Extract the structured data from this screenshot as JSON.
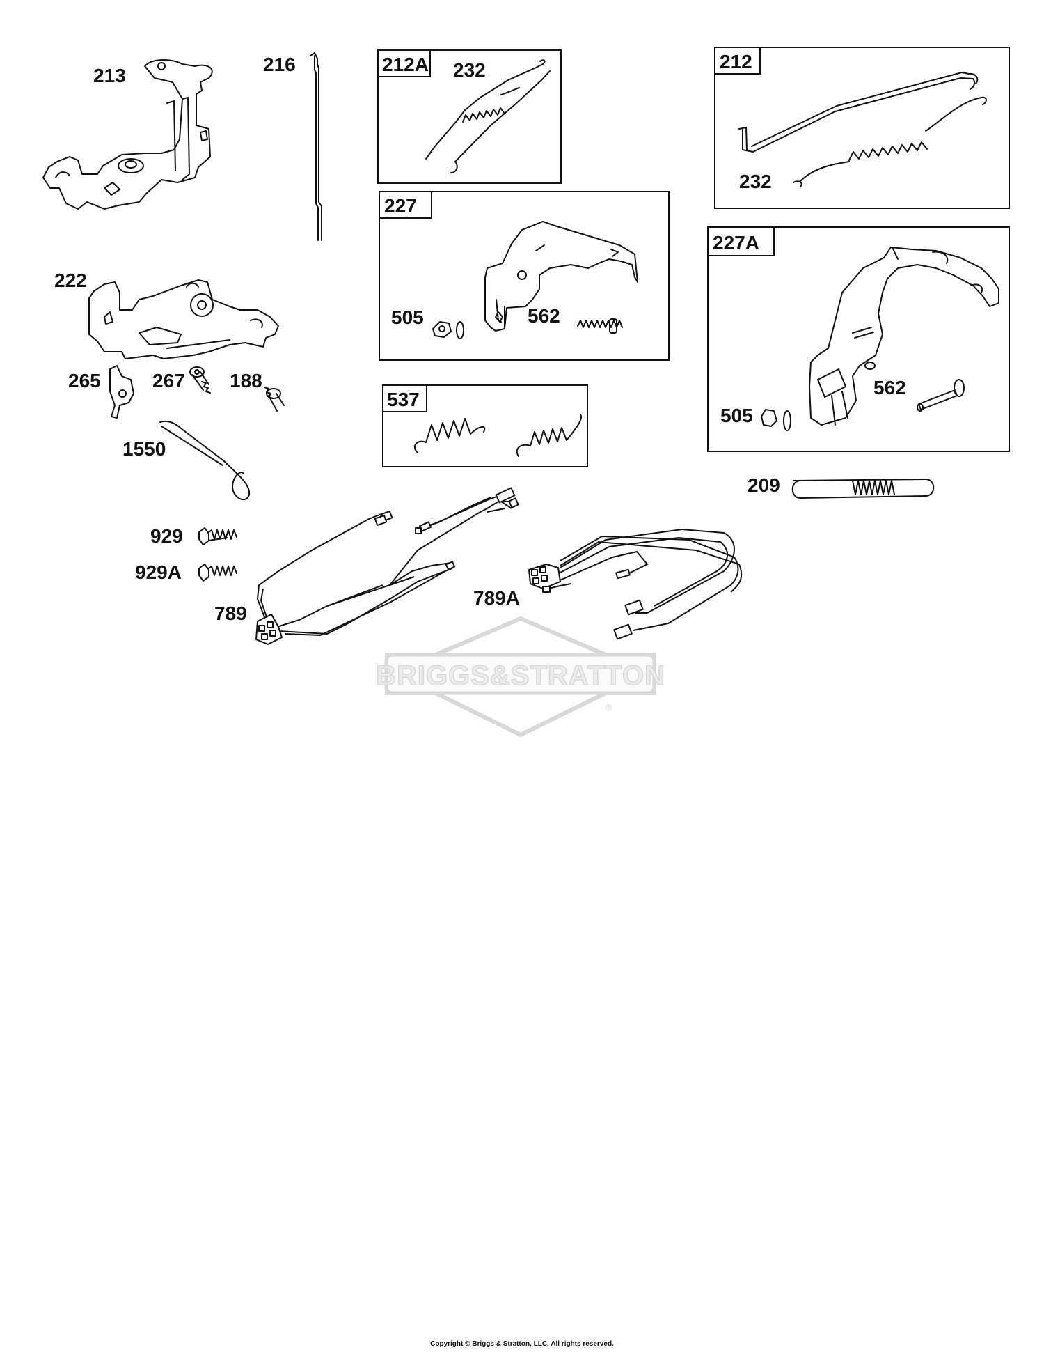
{
  "labels": {
    "p213": "213",
    "p216": "216",
    "p222": "222",
    "p265": "265",
    "p267": "267",
    "p188": "188",
    "p1550": "1550",
    "p929": "929",
    "p929A": "929A",
    "p789": "789",
    "p789A": "789A",
    "p209": "209",
    "box212A": "212A",
    "box212A_232": "232",
    "box212": "212",
    "box212_232": "232",
    "box227": "227",
    "box227_505": "505",
    "box227_562": "562",
    "box227A": "227A",
    "box227A_505": "505",
    "box227A_562": "562",
    "box537": "537"
  },
  "watermark": {
    "text": "BRIGGS&STRATTON",
    "registered": "®"
  },
  "copyright": "Copyright © Briggs & Stratton, LLC. All rights reserved.",
  "colors": {
    "line": "#111111",
    "watermark": "#d8d8d8",
    "background": "#ffffff"
  }
}
